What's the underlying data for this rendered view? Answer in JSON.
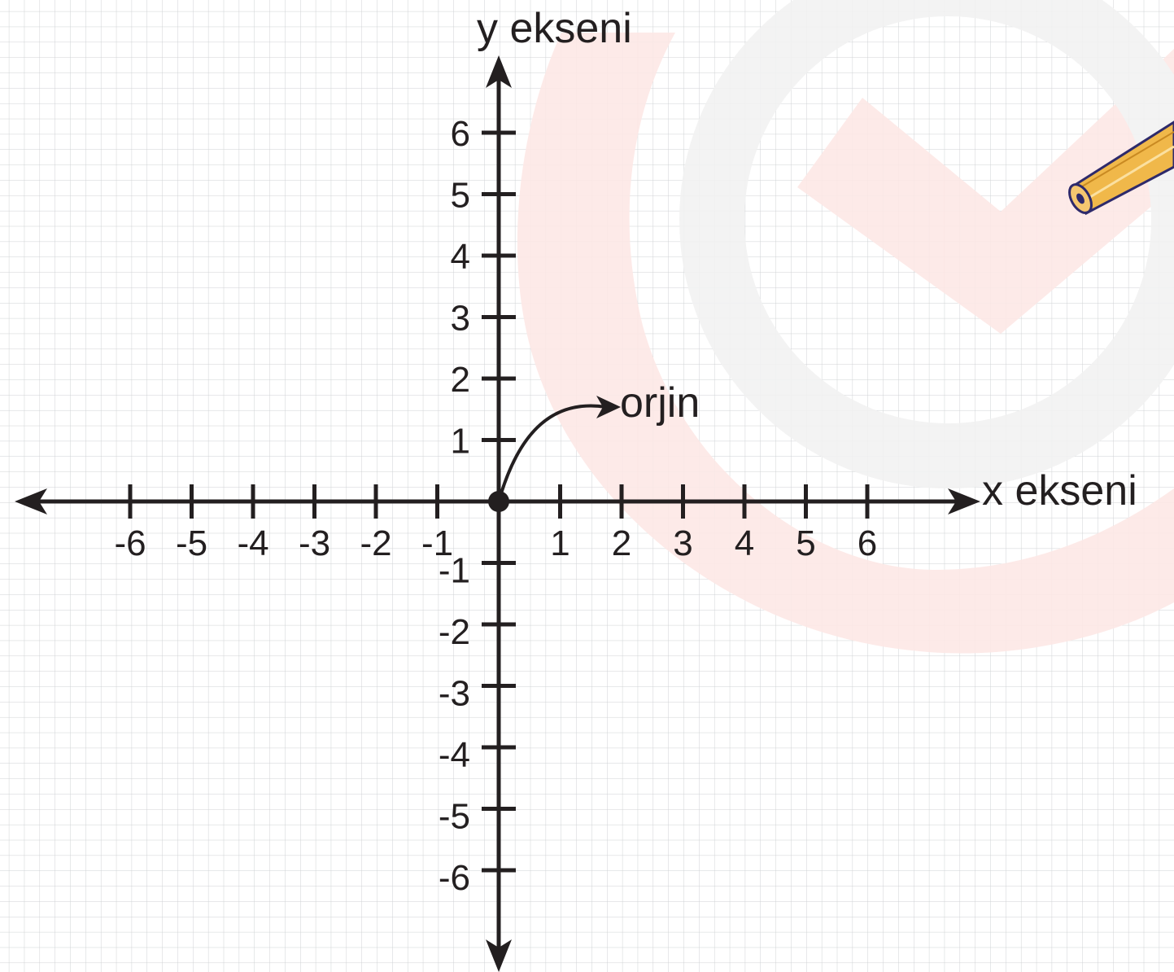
{
  "diagram": {
    "y_axis_title": "y ekseni",
    "x_axis_title": "x ekseni",
    "origin_label": "orjin",
    "x_ticks": [
      "-6",
      "-5",
      "-4",
      "-3",
      "-2",
      "-1",
      "1",
      "2",
      "3",
      "4",
      "5",
      "6"
    ],
    "y_ticks": [
      "6",
      "5",
      "4",
      "3",
      "2",
      "1",
      "-1",
      "-2",
      "-3",
      "-4",
      "-5",
      "-6"
    ]
  },
  "colors": {
    "axis": "#231f20",
    "grid": "#cfd2d4",
    "watermark_red": "#fde8e6",
    "watermark_gray": "#f2f2f2",
    "pencil_body": "#f0b84a",
    "pencil_outline": "#2e2a6b"
  }
}
